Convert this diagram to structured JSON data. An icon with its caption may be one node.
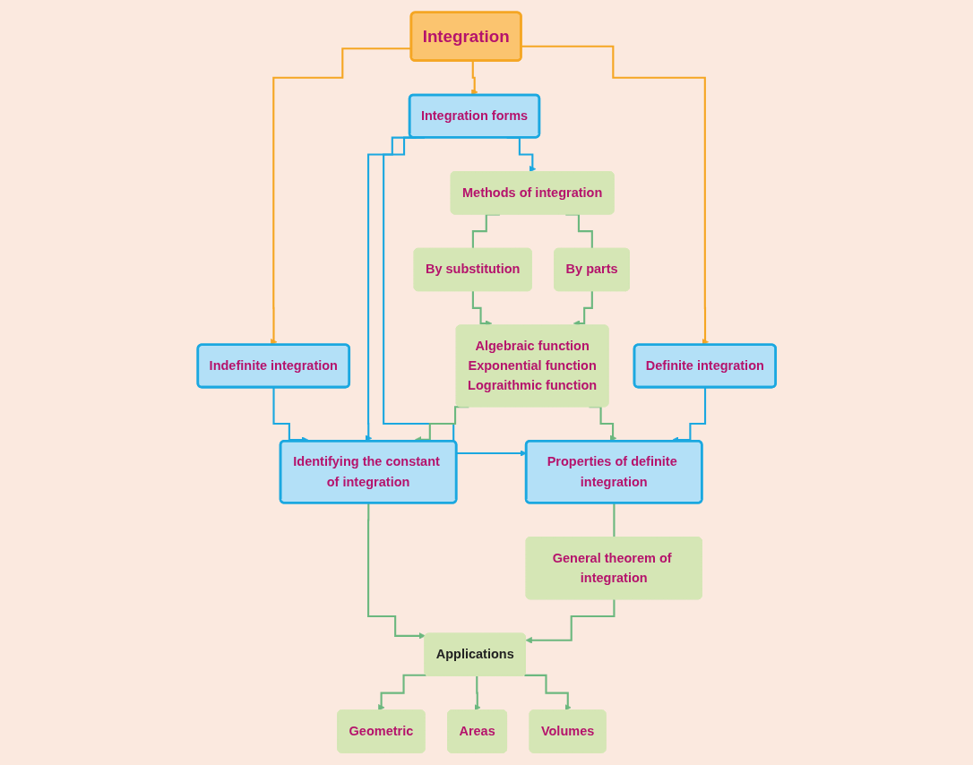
{
  "diagram": {
    "nodes": [
      {
        "text": [
          "Integration"
        ]
      },
      {
        "text": [
          "Indefinite integration"
        ]
      },
      {
        "text": [
          "Definite integration"
        ]
      },
      {
        "text": [
          "Integration forms"
        ]
      },
      {
        "text": [
          "Methods of integration"
        ]
      },
      {
        "text": [
          "By substitution"
        ]
      },
      {
        "text": [
          "Algebraic function",
          "Exponential function",
          "Lograithmic function"
        ]
      },
      {
        "text": [
          "By parts"
        ]
      },
      {
        "text": [
          "Identifying the constant of integration"
        ]
      },
      {
        "text": [
          "Properties of definite integration"
        ]
      },
      {
        "text": [
          "Applications"
        ]
      },
      {
        "text": [
          "General theorem of integration"
        ]
      },
      {
        "text": [
          "Geometric"
        ]
      },
      {
        "text": [
          "Areas"
        ]
      },
      {
        "text": [
          "Volumes"
        ]
      }
    ],
    "edges": [
      {
        "from": 0,
        "to": 1,
        "arrow": "to",
        "color": "#f5a623"
      },
      {
        "from": 0,
        "to": 3,
        "arrow": "to",
        "color": "#f5a623"
      },
      {
        "from": 0,
        "to": 2,
        "arrow": "to",
        "color": "#f5a623"
      },
      {
        "from": 3,
        "to": 8,
        "arrow": "to",
        "color": "#1ba8e0"
      },
      {
        "from": 3,
        "to": 9,
        "arrow": "to",
        "color": "#1ba8e0"
      },
      {
        "from": 1,
        "to": 8,
        "arrow": "to",
        "color": "#1ba8e0"
      },
      {
        "from": 2,
        "to": 9,
        "arrow": "to",
        "color": "#1ba8e0"
      },
      {
        "from": 3,
        "to": 4,
        "arrow": "to",
        "color": "#1ba8e0"
      },
      {
        "from": 4,
        "to": 5,
        "arrow": "none"
      },
      {
        "from": 4,
        "to": 7,
        "arrow": "none"
      },
      {
        "from": 5,
        "to": 6,
        "arrow": "to"
      },
      {
        "from": 7,
        "to": 6,
        "arrow": "to"
      },
      {
        "from": 6,
        "to": 8,
        "arrow": "to"
      },
      {
        "from": 6,
        "to": 9,
        "arrow": "to"
      },
      {
        "from": 8,
        "to": 10,
        "arrow": "to"
      },
      {
        "from": 9,
        "to": 11,
        "arrow": "none"
      },
      {
        "from": 11,
        "to": 10,
        "arrow": "to"
      },
      {
        "from": 10,
        "to": 12,
        "arrow": "to"
      },
      {
        "from": 10,
        "to": 13,
        "arrow": "to"
      },
      {
        "from": 10,
        "to": 14,
        "arrow": "to"
      }
    ]
  }
}
